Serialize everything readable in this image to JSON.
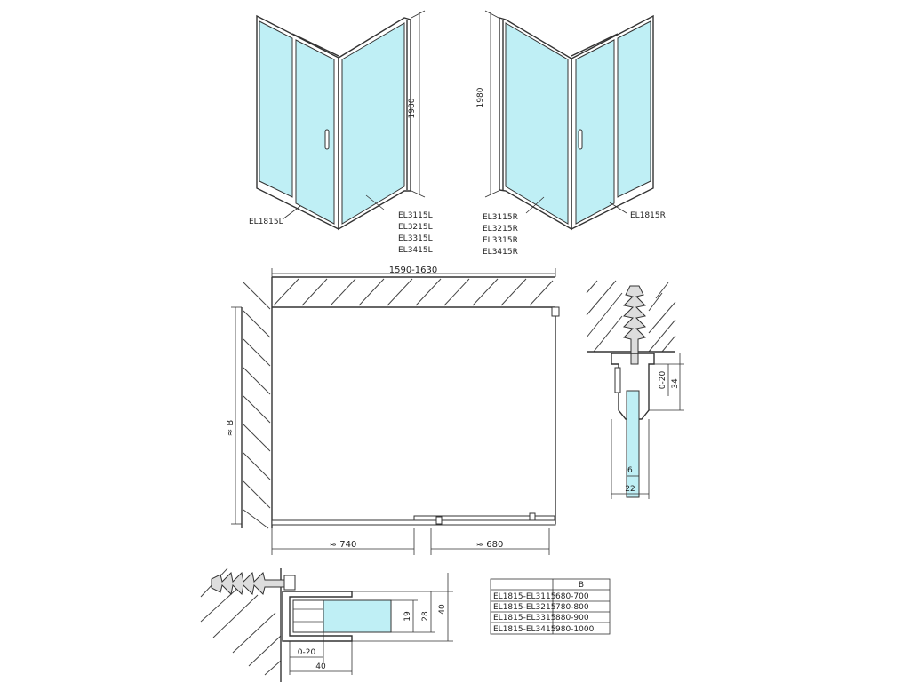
{
  "labels": {
    "left_door_code": "EL1815L",
    "left_panel_codes": [
      "EL3115L",
      "EL3215L",
      "EL3315L",
      "EL3415L"
    ],
    "right_door_code": "EL1815R",
    "right_panel_codes": [
      "EL3115R",
      "EL3215R",
      "EL3315R",
      "EL3415R"
    ],
    "height_left": "1980",
    "height_right": "1980"
  },
  "plan": {
    "width_dim": "1590-1630",
    "depth_dim": "≈ B",
    "left_part_dim": "≈ 740",
    "right_part_dim": "≈ 680"
  },
  "detail_wall": {
    "adjust": "0-20",
    "depth": "34",
    "glass": "6",
    "width": "22"
  },
  "detail_bottom": {
    "dim_19": "19",
    "dim_28": "28",
    "dim_40_v": "40",
    "adjust": "0-20",
    "dim_40_h": "40"
  },
  "table": {
    "header": [
      "",
      "B"
    ],
    "rows": [
      [
        "EL1815-EL3115",
        "680-700"
      ],
      [
        "EL1815-EL3215",
        "780-800"
      ],
      [
        "EL1815-EL3315",
        "880-900"
      ],
      [
        "EL1815-EL3415",
        "980-1000"
      ]
    ]
  }
}
